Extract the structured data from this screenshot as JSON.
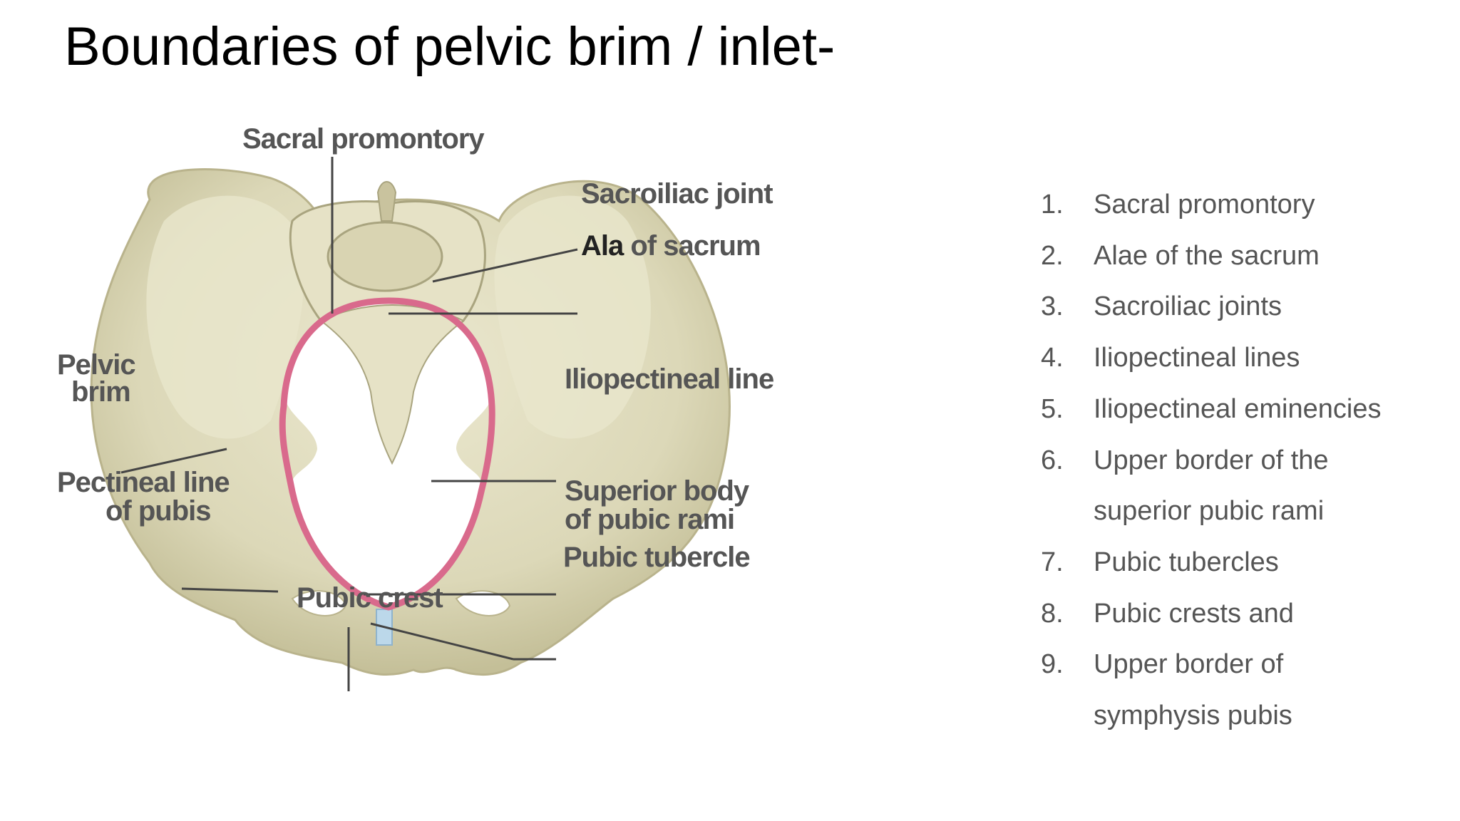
{
  "slide": {
    "title": "Boundaries of pelvic brim / inlet-"
  },
  "figure": {
    "labels": {
      "sacral_promontory": "Sacral promontory",
      "sacroiliac_joint": "Sacroiliac joint",
      "ala_bold": "Ala",
      "ala_rest": " of sacrum",
      "pelvic_brim_1": "Pelvic",
      "pelvic_brim_2": "brim",
      "iliopectineal_line": "Iliopectineal line",
      "pectineal_line_1": "Pectineal line",
      "pectineal_line_2": "of pubis",
      "superior_body_1": "Superior body",
      "superior_body_2": "of pubic rami",
      "pubic_tubercle": "Pubic tubercle",
      "pubic_crest": "Pubic crest"
    },
    "colors": {
      "bone": "#dcd8b8",
      "bone_shadow": "#b9b38c",
      "brim_outline": "#d96a8c",
      "symphysis": "#bcd8ea",
      "leader": "#444444"
    }
  },
  "boundaries_list": [
    {
      "num": "1.",
      "text": "Sacral promontory"
    },
    {
      "num": "2.",
      "text": "Alae of the sacrum"
    },
    {
      "num": "3.",
      "text": "Sacroiliac joints"
    },
    {
      "num": "4.",
      "text": "Iliopectineal lines"
    },
    {
      "num": "5.",
      "text": "Iliopectineal eminencies"
    },
    {
      "num": "6.",
      "text": "Upper border of the"
    },
    {
      "num": "",
      "text": "superior pubic rami"
    },
    {
      "num": "7.",
      "text": "Pubic tubercles"
    },
    {
      "num": "8.",
      "text": "Pubic crests and"
    },
    {
      "num": "9.",
      "text": "Upper border of"
    },
    {
      "num": "",
      "text": "symphysis pubis"
    }
  ]
}
